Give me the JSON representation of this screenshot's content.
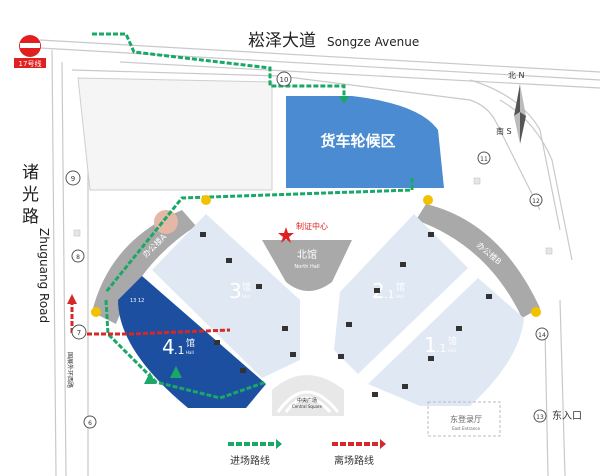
{
  "metro": {
    "line_label": "17号线"
  },
  "roads": {
    "top_cn": "崧泽大道",
    "top_en": "Songze Avenue",
    "left_cn": "诸光路",
    "left_en": "Zhuguang Road"
  },
  "compass": {
    "north": "北 N",
    "south": "南 S"
  },
  "areas": {
    "truck_waiting": "货车轮候区",
    "badge_center": "制证中心",
    "office_a": "办公楼A",
    "office_b": "办公楼B",
    "north_hall_cn": "北馆",
    "north_hall_en": "North Hall",
    "central_plaza_cn": "中央广场",
    "central_plaza_en": "Central Square",
    "east_hall_cn": "东登录厅",
    "east_hall_en": "East Entrance",
    "road_sign": "国展外环西路",
    "east_entrance": "东入口"
  },
  "halls": [
    {
      "num": "3",
      "decimal": "",
      "suffix": "馆",
      "sub": "Hall"
    },
    {
      "num": "2",
      "decimal": ".1",
      "suffix": "馆",
      "sub": "Hall"
    },
    {
      "num": "4",
      "decimal": ".1",
      "suffix": "馆",
      "sub": "Hall"
    },
    {
      "num": "1",
      "decimal": ".1",
      "suffix": "馆",
      "sub": "Hall"
    }
  ],
  "gates": [
    "10",
    "9",
    "11",
    "12",
    "8",
    "7",
    "14",
    "6",
    "13"
  ],
  "gate_small": "13 12",
  "legend": {
    "entry": "进场路线",
    "exit": "离场路线"
  },
  "colors": {
    "truck_area": "#4a8bd1",
    "hall_light": "#dfe8f3",
    "hall_4": "#1c4fa0",
    "grey": "#a9a9a9",
    "entry_route": "#1aa867",
    "exit_route": "#d62828",
    "marker": "#f2c200"
  },
  "icons": [
    "metro-logo-icon",
    "compass-icon",
    "star-icon",
    "truck-icon",
    "parking-marker-icon"
  ]
}
